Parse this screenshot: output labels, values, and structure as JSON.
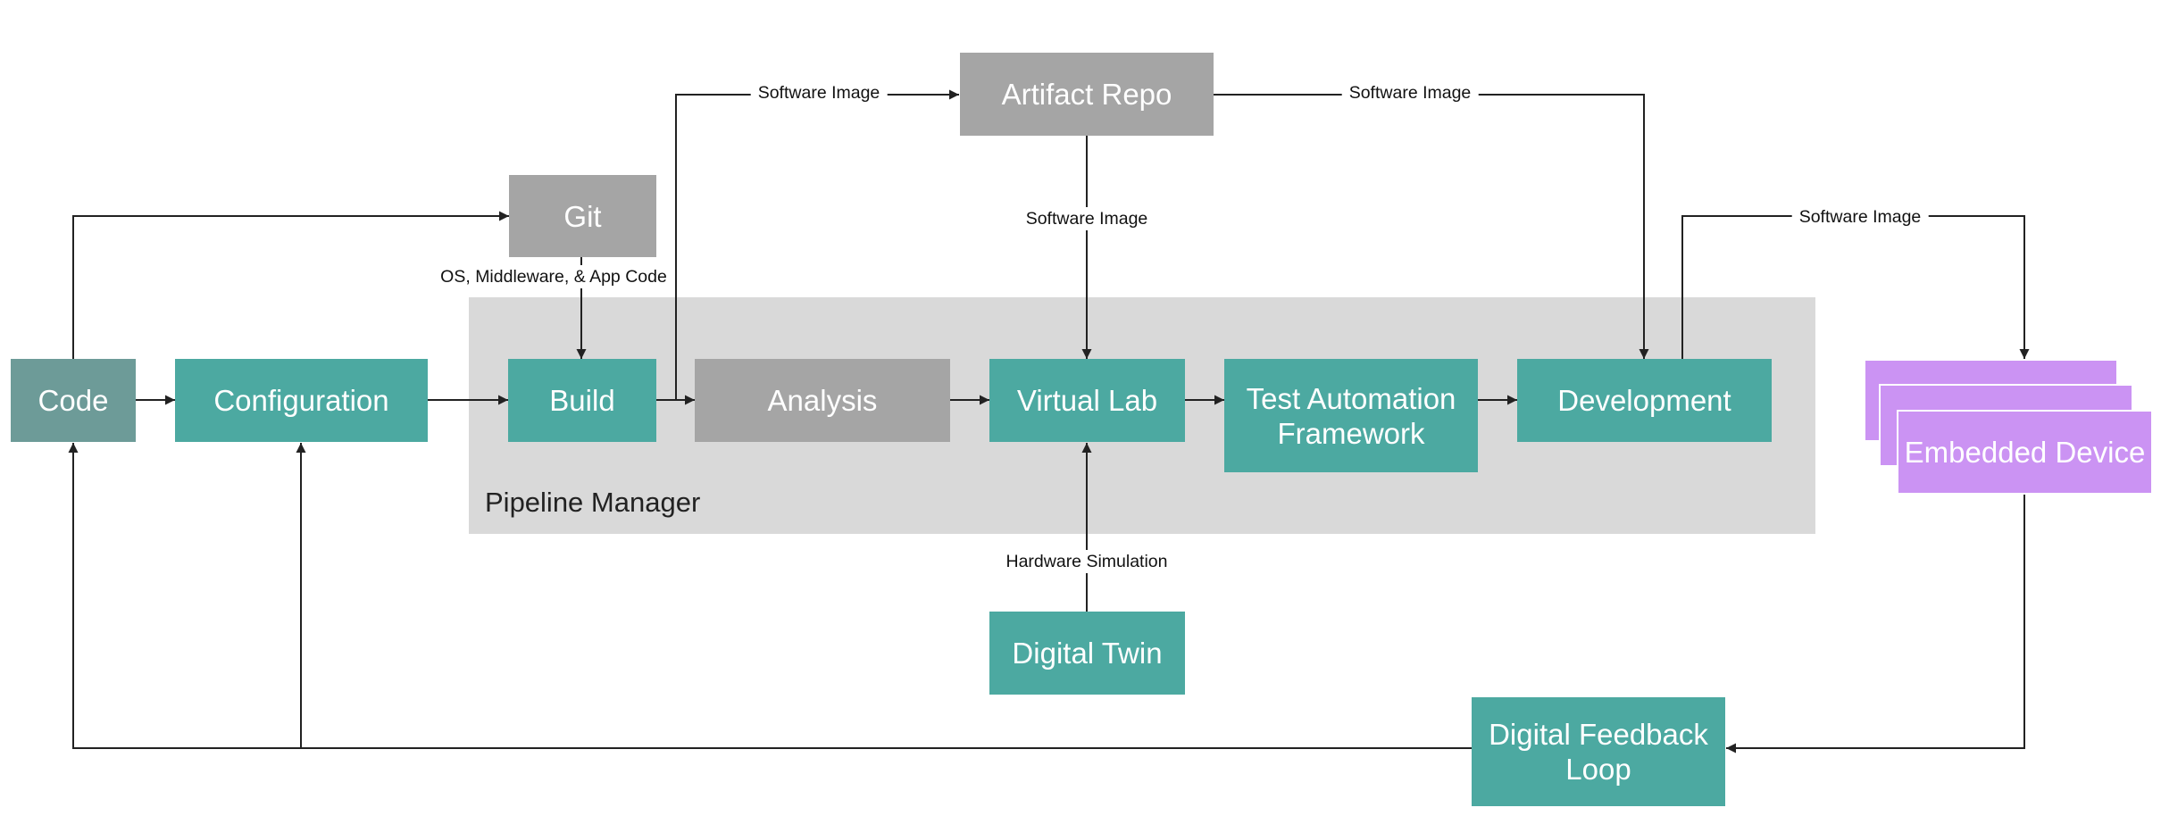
{
  "region": {
    "label": "Pipeline Manager"
  },
  "nodes": {
    "code": "Code",
    "configuration": "Configuration",
    "git": "Git",
    "build": "Build",
    "analysis": "Analysis",
    "virtual_lab": "Virtual Lab",
    "test_automation": "Test Automation Framework",
    "development": "Development",
    "artifact_repo": "Artifact Repo",
    "digital_twin": "Digital Twin",
    "embedded_device": "Embedded Device",
    "digital_feedback": "Digital Feedback Loop"
  },
  "edge_labels": {
    "build_to_repo": "Software Image",
    "repo_to_development": "Software Image",
    "repo_to_virtual_lab": "Software Image",
    "development_to_device": "Software Image",
    "git_to_build": "OS, Middleware, & App Code",
    "twin_to_virtual_lab": "Hardware Simulation"
  },
  "colors": {
    "teal": "#4ca9a1",
    "slate": "#6d9b98",
    "gray": "#a5a5a5",
    "purple": "#cb93f3",
    "region": "#d9d9d9",
    "line": "#222222"
  }
}
